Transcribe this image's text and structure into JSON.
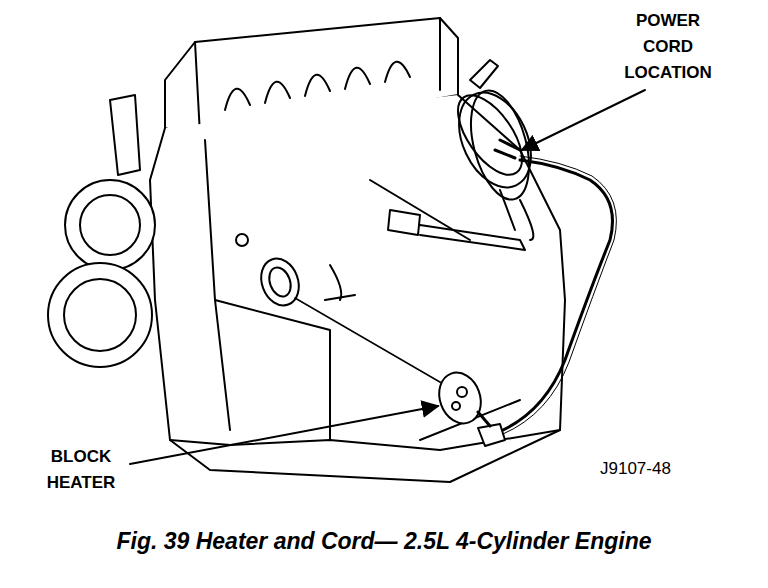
{
  "diagram": {
    "caption": "Fig. 39 Heater and Cord— 2.5L 4-Cylinder Engine",
    "labels": [
      "POWER CORD LOCATION",
      "BLOCK HEATER",
      "J9107-48"
    ]
  }
}
